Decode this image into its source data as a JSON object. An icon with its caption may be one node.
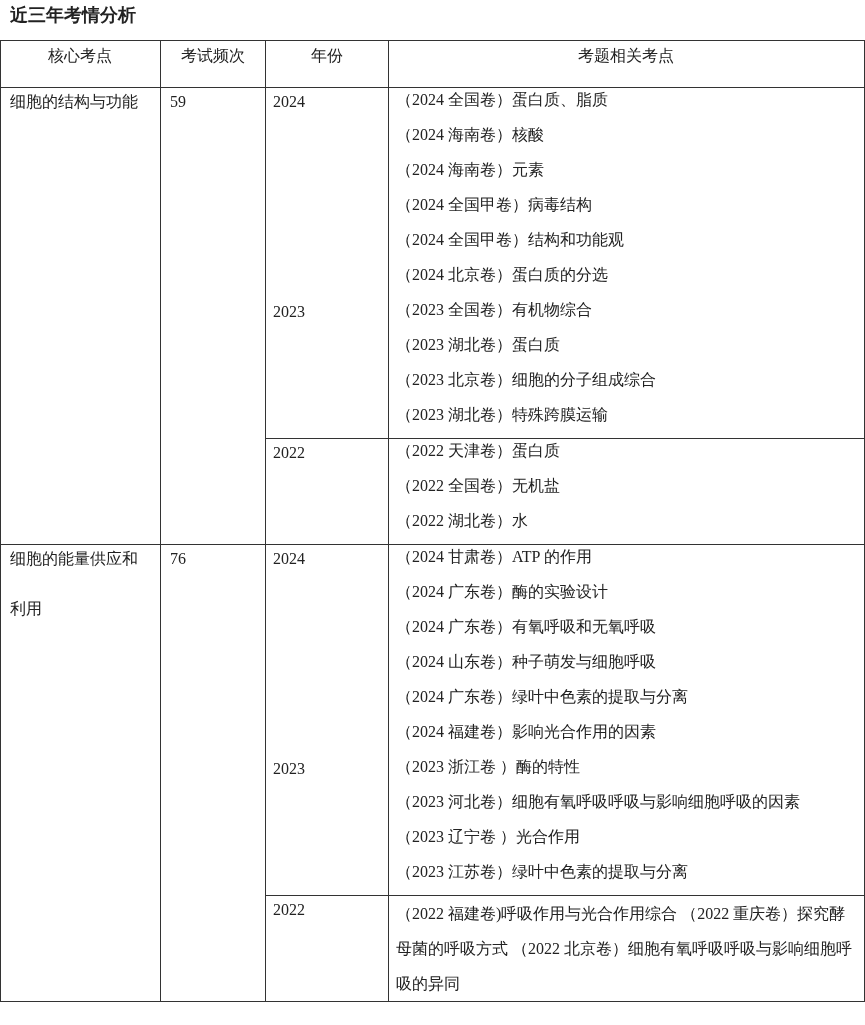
{
  "diagram": {
    "title": "近三年考情分析",
    "labels": [
      "核心考点",
      "考试频次",
      "年份",
      "考题相关考点",
      "细胞的结构与功能",
      "59",
      "2024",
      "（2024 全国卷）蛋白质、脂质",
      "（2024 海南卷）核酸",
      "（2024 海南卷）元素",
      "（2024 全国甲卷）病毒结构",
      "（2024 全国甲卷）结构和功能观",
      "（2024 北京卷）蛋白质的分选",
      "2023",
      "（2023 全国卷）有机物综合",
      "（2023 湖北卷）蛋白质",
      "（2023 北京卷）细胞的分子组成综合",
      "（2023 湖北卷）特殊跨膜运输",
      "2022",
      "（2022 天津卷）蛋白质",
      "（2022 全国卷）无机盐",
      "（2022 湖北卷）水",
      "细胞的能量供应和利用",
      "76",
      "2024",
      "（2024 甘肃卷）ATP 的作用",
      "（2024 广东卷）酶的实验设计",
      "（2024 广东卷）有氧呼吸和无氧呼吸",
      "（2024 山东卷）种子萌发与细胞呼吸",
      "（2024 广东卷）绿叶中色素的提取与分离",
      "（2024 福建卷）影响光合作用的因素",
      "2023",
      "（2023 浙江卷 ）酶的特性",
      "（2023 河北卷）细胞有氧呼吸呼吸与影响细胞呼吸的因素",
      "（2023 辽宁卷 ）光合作用",
      "（2023 江苏卷）绿叶中色素的提取与分离",
      "2022",
      "（2022 福建卷)呼吸作用与光合作用综合 （2022 重庆卷）探究酵母菌的呼吸方式 （2022 北京卷）细胞有氧呼吸呼吸与影响细胞呼吸的异同"
    ]
  }
}
